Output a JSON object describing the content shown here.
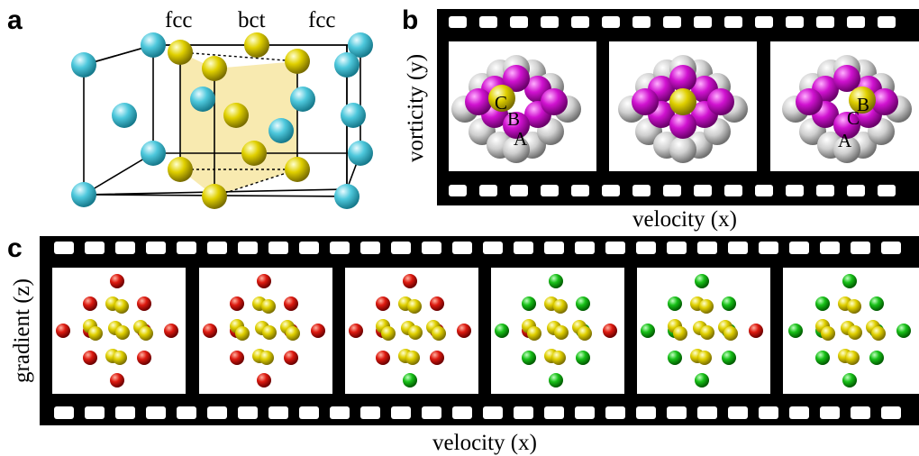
{
  "figure": {
    "panel_a": {
      "label": "a",
      "lattice_labels": [
        "fcc",
        "bct",
        "fcc"
      ]
    },
    "panel_b": {
      "label": "b",
      "y_axis_label": "vorticity (y)",
      "x_axis_label": "velocity (x)",
      "frame1_letters": [
        "C",
        "B",
        "A"
      ],
      "frame3_letters": [
        "B",
        "C",
        "A"
      ]
    },
    "panel_c": {
      "label": "c",
      "y_axis_label": "gradient (z)",
      "x_axis_label": "velocity (x)"
    },
    "colors": {
      "cyan_atom": "#3ab8cc",
      "yellow_atom": "#d8c800",
      "magenta_atom": "#d010d0",
      "grey_atom": "#c8c8c8",
      "red_atom": "#dd1111",
      "green_atom": "#11bb11",
      "bct_box": "#f7e8a8",
      "film_strip": "#000000"
    }
  }
}
